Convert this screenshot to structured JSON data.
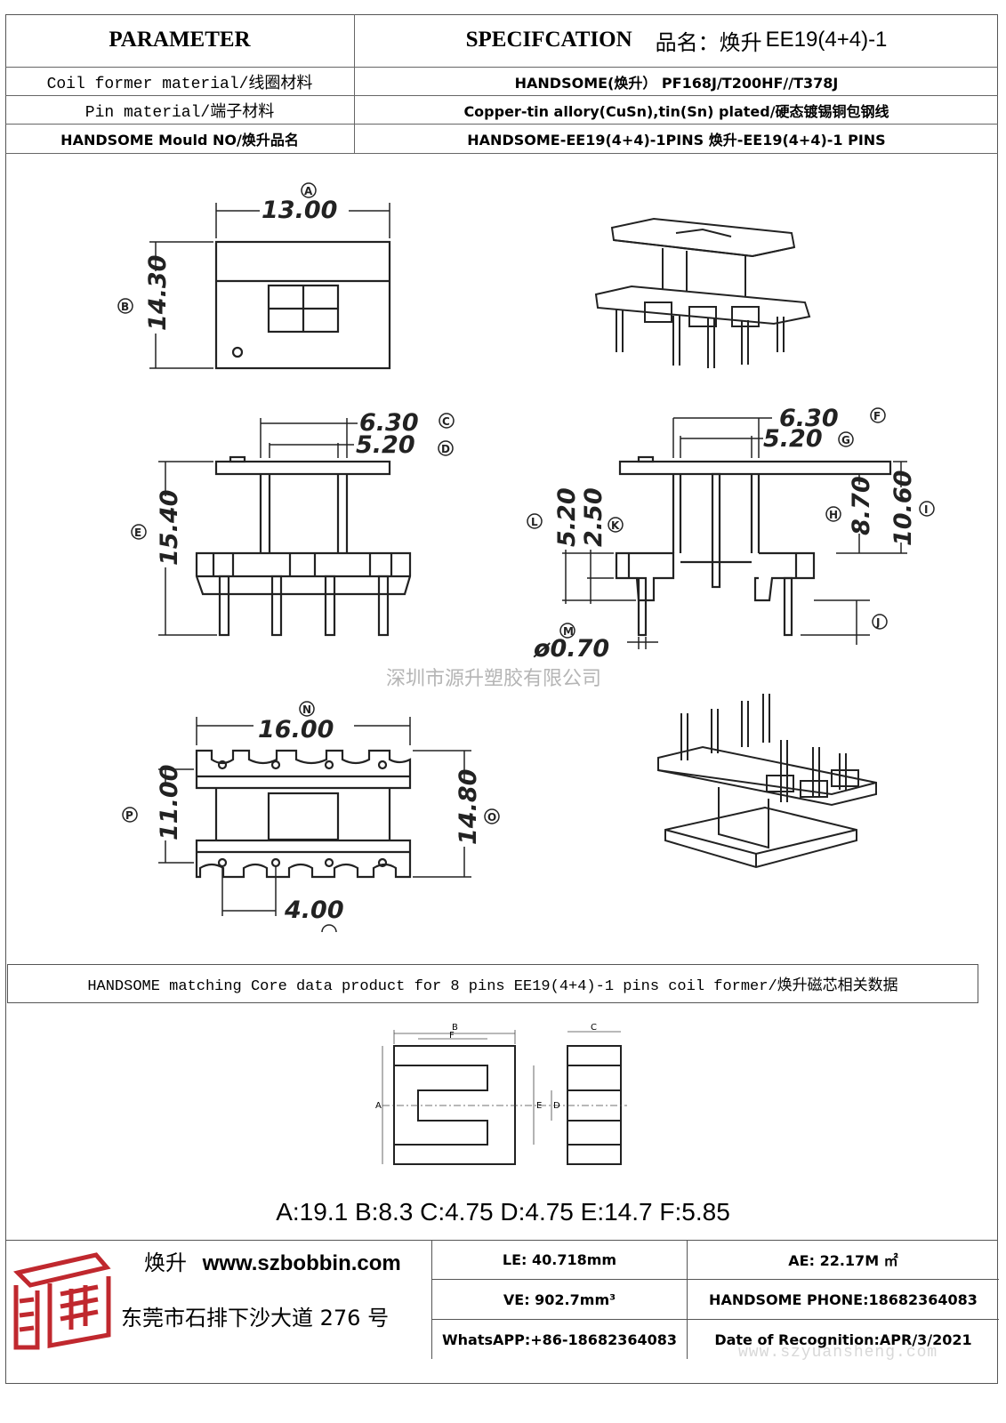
{
  "header": {
    "parameter": "PARAMETER",
    "specification": "SPECIFCATION",
    "product_name_prefix": "品名：焕升",
    "product_model": "EE19(4+4)-1",
    "rows": [
      {
        "label": "Coil former material/线圈材料",
        "value": "HANDSOME(焕升）  PF168J/T200HF//T378J"
      },
      {
        "label": "Pin material/端子材料",
        "value": "Copper-tin allory(CuSn),tin(Sn) plated/硬态镀锡铜包钢线"
      },
      {
        "label": "HANDSOME Mould NO/焕升品名",
        "value": "HANDSOME-EE19(4+4)-1PINS   焕升-EE19(4+4)-1 PINS"
      }
    ]
  },
  "drawing": {
    "watermark": "深圳市源升塑胶有限公司",
    "dims": {
      "A": {
        "value": "13.00",
        "letter": "A"
      },
      "B": {
        "value": "14.30",
        "letter": "B"
      },
      "C": {
        "value": "6.30",
        "letter": "C"
      },
      "D": {
        "value": "5.20",
        "letter": "D"
      },
      "E": {
        "value": "15.40",
        "letter": "E"
      },
      "F": {
        "value": "6.30",
        "letter": "F"
      },
      "G": {
        "value": "5.20",
        "letter": "G"
      },
      "H": {
        "value": "8.70",
        "letter": "H"
      },
      "I": {
        "value": "10.60",
        "letter": "I"
      },
      "J": {
        "value": "",
        "letter": "J"
      },
      "K": {
        "value": "2.50",
        "letter": "K"
      },
      "L": {
        "value": "5.20",
        "letter": "L"
      },
      "M": {
        "value": "ø0.70",
        "letter": "M"
      },
      "N": {
        "value": "16.00",
        "letter": "N"
      },
      "O": {
        "value": "14.80",
        "letter": "O"
      },
      "P": {
        "value": "11.00",
        "letter": "P"
      },
      "Q": {
        "value": "4.00",
        "letter": "Q"
      }
    }
  },
  "core_section": {
    "title": "HANDSOME matching Core data  product for 8 pins EE19(4+4)-1 pins coil former/焕升磁芯相关数据",
    "core_labels": {
      "A": "A",
      "B": "B",
      "C": "C",
      "D": "D",
      "E": "E",
      "F": "F"
    },
    "values_line": "A:19.1 B:8.3 C:4.75 D:4.75 E:14.7 F:5.85"
  },
  "footer": {
    "brand": "焕升",
    "website": "www.szbobbin.com",
    "address": "东莞市石排下沙大道 276 号",
    "le": "LE:    40.718mm",
    "ae": "AE: 22.17M ㎡",
    "ve": "VE:    902.7mm³",
    "phone": "HANDSOME PHONE:18682364083",
    "whatsapp": "WhatsAPP:+86-18682364083",
    "date": "Date of Recognition:APR/3/2021",
    "watermark_url": "www.szyuansheng.com"
  },
  "colors": {
    "logo_red": "#c0282e",
    "line": "#333333"
  }
}
